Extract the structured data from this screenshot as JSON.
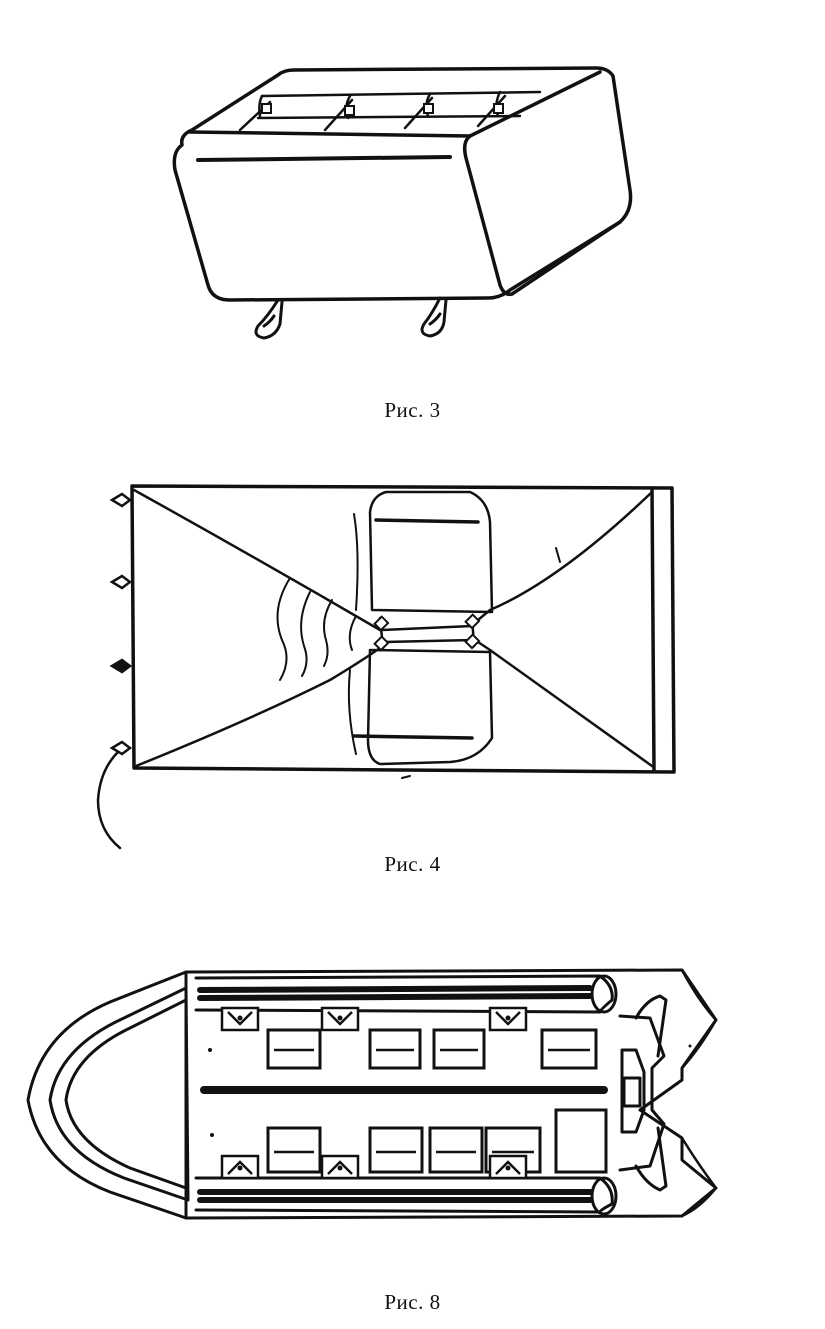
{
  "figures": [
    {
      "caption": "Рис. 3"
    },
    {
      "caption": "Рис. 4"
    },
    {
      "caption": "Рис. 8"
    }
  ],
  "colors": {
    "ink": "#111111",
    "paper": "#ffffff"
  }
}
